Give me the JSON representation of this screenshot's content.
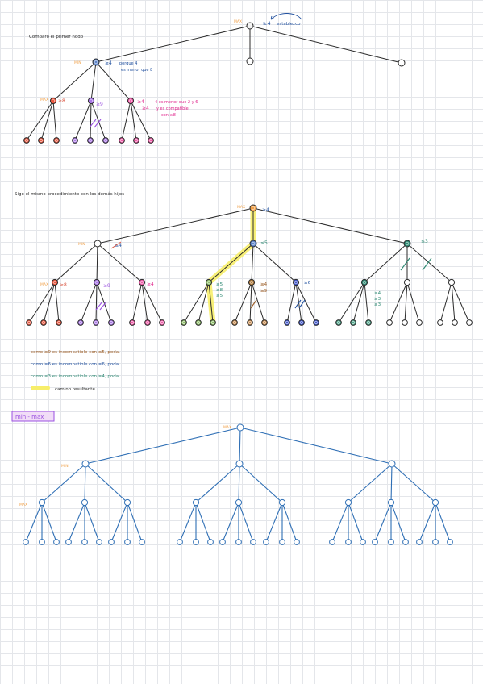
{
  "colors": {
    "ink": "#2b2b2b",
    "orange": "#f0a14a",
    "blue": "#1f4f9e",
    "pink": "#e0248c",
    "purple": "#9b51e0",
    "red": "#d9503b",
    "green": "#2e8a73",
    "brown": "#9a5a22",
    "yellow": "#f7ee6a",
    "min_max_blue": "#2f6fb5"
  },
  "section1": {
    "note": "Comparo el primer nodo",
    "root_note": "≥4",
    "root_note_2": "establezco",
    "max_label": "MAX",
    "min_label": "MIN",
    "node_b_note": "≥4",
    "node_b_note_2": "porque 4",
    "node_b_note_3": "es menor que 8",
    "child1_note": "≥8",
    "child2_note": "≥9",
    "child3_note": "≥4",
    "child3_note_2": "4 es menor que 2 y 6",
    "child3_note_3": "≥4",
    "child3_note_4": "y es compatible",
    "child3_note_5": "con ≥8"
  },
  "section2": {
    "note": "Sigo el mismo procedimiento con los demás hijos",
    "max_label": "MAX",
    "min_label": "MIN",
    "root_note": "≥4",
    "left_note": "≤4",
    "mid_note": "≤5",
    "right_note": "≤3",
    "ll_note": "≥8",
    "lm_note": "≥9",
    "lr_note": "≥4",
    "ml_note_1": "≥5",
    "ml_note_2": "≥8",
    "ml_note_3": "≥5",
    "mm_note_1": "≥4",
    "mm_note_2": "≥9",
    "mr_note": "≥6",
    "rl_note_1": "≥4",
    "rl_note_2": "≥3",
    "rl_note_3": "≥3",
    "legend_line1": "como ≥9 es incompatible con ≤5, poda.",
    "legend_line2": "como ≥6 es incompatible con ≤6, poda.",
    "legend_line3": "como ≤3 es incompatible con ≥4, poda.",
    "legend_line4": "camino resultante"
  },
  "section3": {
    "title": "min - max",
    "max_label": "MAX",
    "min_label": "MIN",
    "max_label_2": "MAX"
  }
}
